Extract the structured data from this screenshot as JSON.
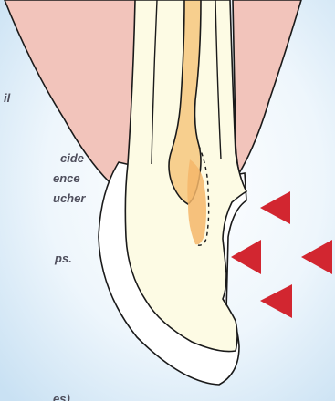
{
  "text_fragments": [
    {
      "id": "frag-il",
      "text": "il"
    },
    {
      "id": "frag-cide",
      "text": "cide"
    },
    {
      "id": "frag-ence",
      "text": "ence"
    },
    {
      "id": "frag-ucher",
      "text": "ucher"
    },
    {
      "id": "frag-ps",
      "text": "ps."
    },
    {
      "id": "frag-es",
      "text": "es)"
    }
  ],
  "colors": {
    "background_glow": "#ffffff",
    "background_edge": "#cfe4f4",
    "gum": "#f2c4bb",
    "tooth": "#fdfbe4",
    "enamel": "#ffffff",
    "pulp": "#f7cf8e",
    "pulp_highlight": "#f5b66a",
    "arrow": "#d22630",
    "outline": "#1a1a1a"
  }
}
